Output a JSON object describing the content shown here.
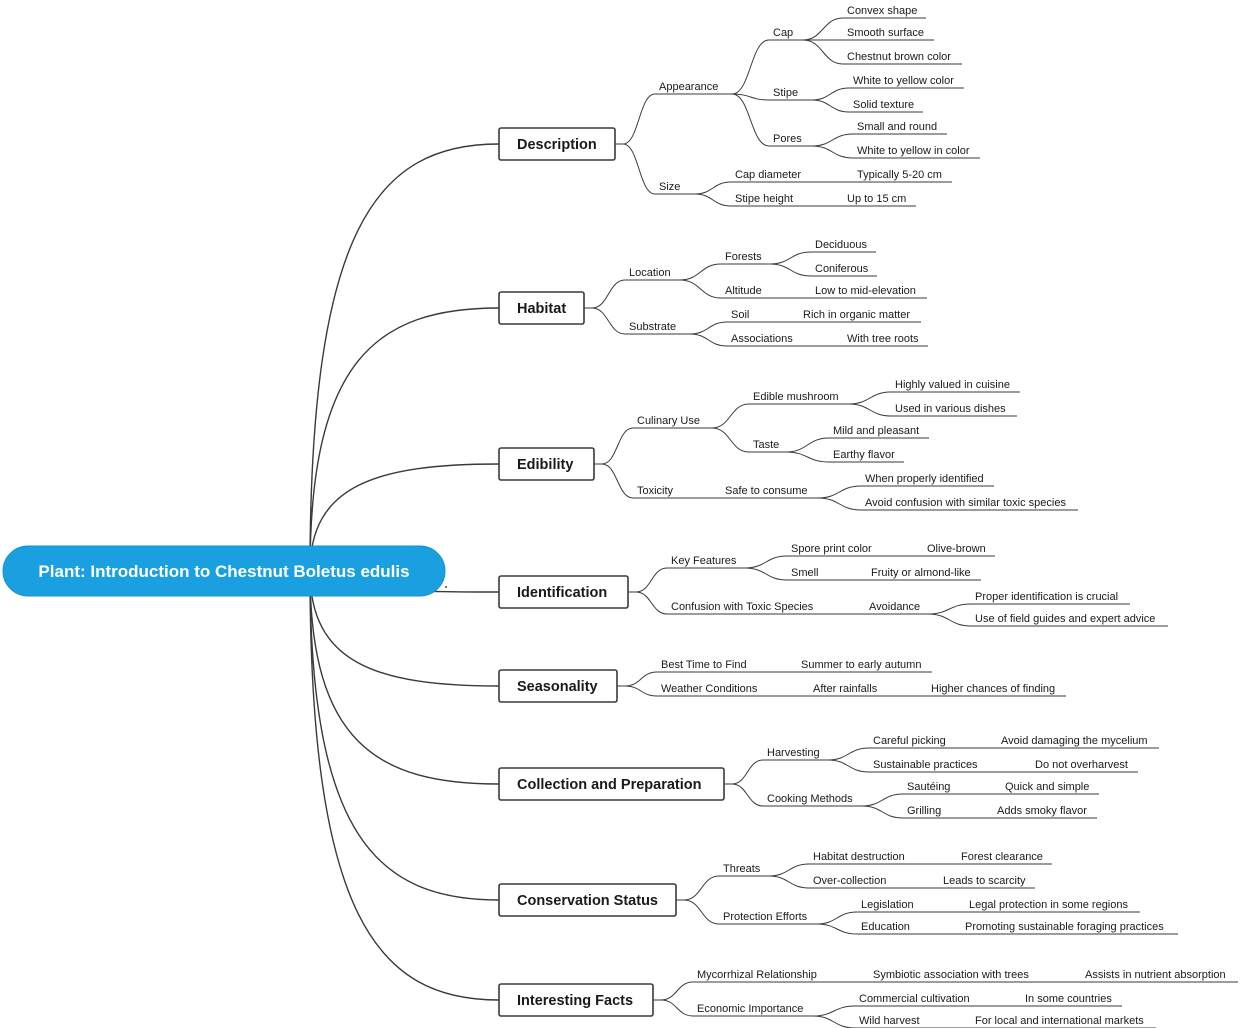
{
  "root": {
    "label": "Plant: Introduction to Chestnut Boletus edulis",
    "color": "#1aa0e0"
  },
  "branches": [
    {
      "id": "description",
      "label": "Description",
      "children": [
        {
          "id": "appearance",
          "label": "Appearance",
          "children": [
            {
              "id": "cap",
              "label": "Cap",
              "children": [
                {
                  "id": "convex",
                  "label": "Convex shape"
                },
                {
                  "id": "smooth",
                  "label": "Smooth surface"
                },
                {
                  "id": "chestnutbrown",
                  "label": "Chestnut brown color"
                }
              ]
            },
            {
              "id": "stipe",
              "label": "Stipe",
              "children": [
                {
                  "id": "whiteyellow",
                  "label": "White to yellow color"
                },
                {
                  "id": "solid",
                  "label": "Solid texture"
                }
              ]
            },
            {
              "id": "pores",
              "label": "Pores",
              "children": [
                {
                  "id": "smallround",
                  "label": "Small and round"
                },
                {
                  "id": "whiteyellowcolor",
                  "label": "White to yellow in color"
                }
              ]
            }
          ]
        },
        {
          "id": "size",
          "label": "Size",
          "children": [
            {
              "id": "capdiam",
              "label": "Cap diameter",
              "children": [
                {
                  "id": "typ520",
                  "label": "Typically 5-20 cm"
                }
              ]
            },
            {
              "id": "stipeheight",
              "label": "Stipe height",
              "children": [
                {
                  "id": "upto15",
                  "label": "Up to 15 cm"
                }
              ]
            }
          ]
        }
      ]
    },
    {
      "id": "habitat",
      "label": "Habitat",
      "children": [
        {
          "id": "location",
          "label": "Location",
          "children": [
            {
              "id": "forests",
              "label": "Forests",
              "children": [
                {
                  "id": "deciduous",
                  "label": "Deciduous"
                },
                {
                  "id": "coniferous",
                  "label": "Coniferous"
                }
              ]
            },
            {
              "id": "altitude",
              "label": "Altitude",
              "children": [
                {
                  "id": "lowmid",
                  "label": "Low to mid-elevation"
                }
              ]
            }
          ]
        },
        {
          "id": "substrate",
          "label": "Substrate",
          "children": [
            {
              "id": "soil",
              "label": "Soil",
              "children": [
                {
                  "id": "richorganic",
                  "label": "Rich in organic matter"
                }
              ]
            },
            {
              "id": "associations",
              "label": "Associations",
              "children": [
                {
                  "id": "treeroots",
                  "label": "With tree roots"
                }
              ]
            }
          ]
        }
      ]
    },
    {
      "id": "edibility",
      "label": "Edibility",
      "children": [
        {
          "id": "culinary",
          "label": "Culinary Use",
          "children": [
            {
              "id": "edible",
              "label": "Edible mushroom",
              "children": [
                {
                  "id": "highlyvalued",
                  "label": "Highly valued in cuisine"
                },
                {
                  "id": "variousdishes",
                  "label": "Used in various dishes"
                }
              ]
            },
            {
              "id": "taste",
              "label": "Taste",
              "children": [
                {
                  "id": "mild",
                  "label": "Mild and pleasant"
                },
                {
                  "id": "earthy",
                  "label": "Earthy flavor"
                }
              ]
            }
          ]
        },
        {
          "id": "toxicity",
          "label": "Toxicity",
          "children": [
            {
              "id": "safe",
              "label": "Safe to consume",
              "children": [
                {
                  "id": "properlyid",
                  "label": "When properly identified"
                },
                {
                  "id": "avoidconfusion",
                  "label": "Avoid confusion with similar toxic species"
                }
              ]
            }
          ]
        }
      ]
    },
    {
      "id": "identification",
      "label": "Identification",
      "children": [
        {
          "id": "keyfeatures",
          "label": "Key Features",
          "children": [
            {
              "id": "sporeprint",
              "label": "Spore print color",
              "children": [
                {
                  "id": "olivebrown",
                  "label": "Olive-brown"
                }
              ]
            },
            {
              "id": "smell",
              "label": "Smell",
              "children": [
                {
                  "id": "fruity",
                  "label": "Fruity or almond-like"
                }
              ]
            }
          ]
        },
        {
          "id": "confusiontoxic",
          "label": "Confusion with Toxic Species",
          "children": [
            {
              "id": "avoidance",
              "label": "Avoidance",
              "children": [
                {
                  "id": "properidcrucial",
                  "label": "Proper identification is crucial"
                },
                {
                  "id": "fieldguides",
                  "label": "Use of field guides and expert advice"
                }
              ]
            }
          ]
        }
      ]
    },
    {
      "id": "seasonality",
      "label": "Seasonality",
      "children": [
        {
          "id": "besttime",
          "label": "Best Time to Find",
          "children": [
            {
              "id": "summerautumn",
              "label": "Summer to early autumn"
            }
          ]
        },
        {
          "id": "weather",
          "label": "Weather Conditions",
          "children": [
            {
              "id": "afterrain",
              "label": "After rainfalls",
              "children": [
                {
                  "id": "higherchances",
                  "label": "Higher chances of finding"
                }
              ]
            }
          ]
        }
      ]
    },
    {
      "id": "collection",
      "label": "Collection and Preparation",
      "children": [
        {
          "id": "harvesting",
          "label": "Harvesting",
          "children": [
            {
              "id": "careful",
              "label": "Careful picking",
              "children": [
                {
                  "id": "mycelium",
                  "label": "Avoid damaging the mycelium"
                }
              ]
            },
            {
              "id": "sustainable",
              "label": "Sustainable practices",
              "children": [
                {
                  "id": "overharvest",
                  "label": "Do not overharvest"
                }
              ]
            }
          ]
        },
        {
          "id": "cooking",
          "label": "Cooking Methods",
          "children": [
            {
              "id": "sauteing",
              "label": "Sautéing",
              "children": [
                {
                  "id": "quicksimple",
                  "label": "Quick and simple"
                }
              ]
            },
            {
              "id": "grilling",
              "label": "Grilling",
              "children": [
                {
                  "id": "smoky",
                  "label": "Adds smoky flavor"
                }
              ]
            }
          ]
        }
      ]
    },
    {
      "id": "conservation",
      "label": "Conservation Status",
      "children": [
        {
          "id": "threats",
          "label": "Threats",
          "children": [
            {
              "id": "habitatdestr",
              "label": "Habitat destruction",
              "children": [
                {
                  "id": "forestclear",
                  "label": "Forest clearance"
                }
              ]
            },
            {
              "id": "overcollection",
              "label": "Over-collection",
              "children": [
                {
                  "id": "scarcity",
                  "label": "Leads to scarcity"
                }
              ]
            }
          ]
        },
        {
          "id": "protection",
          "label": "Protection Efforts",
          "children": [
            {
              "id": "legislation",
              "label": "Legislation",
              "children": [
                {
                  "id": "legalprot",
                  "label": "Legal protection in some regions"
                }
              ]
            },
            {
              "id": "education",
              "label": "Education",
              "children": [
                {
                  "id": "promoting",
                  "label": "Promoting sustainable foraging practices"
                }
              ]
            }
          ]
        }
      ]
    },
    {
      "id": "facts",
      "label": "Interesting Facts",
      "children": [
        {
          "id": "mycorrhizal",
          "label": "Mycorrhizal Relationship",
          "children": [
            {
              "id": "symbiotic",
              "label": "Symbiotic association with trees",
              "children": [
                {
                  "id": "nutrient",
                  "label": "Assists in nutrient absorption"
                }
              ]
            }
          ]
        },
        {
          "id": "economic",
          "label": "Economic Importance",
          "children": [
            {
              "id": "commercial",
              "label": "Commercial cultivation",
              "children": [
                {
                  "id": "somecountries",
                  "label": "In some countries"
                }
              ]
            },
            {
              "id": "wildharvest",
              "label": "Wild harvest",
              "children": [
                {
                  "id": "markets",
                  "label": "For local and international markets"
                }
              ]
            }
          ]
        }
      ]
    }
  ]
}
